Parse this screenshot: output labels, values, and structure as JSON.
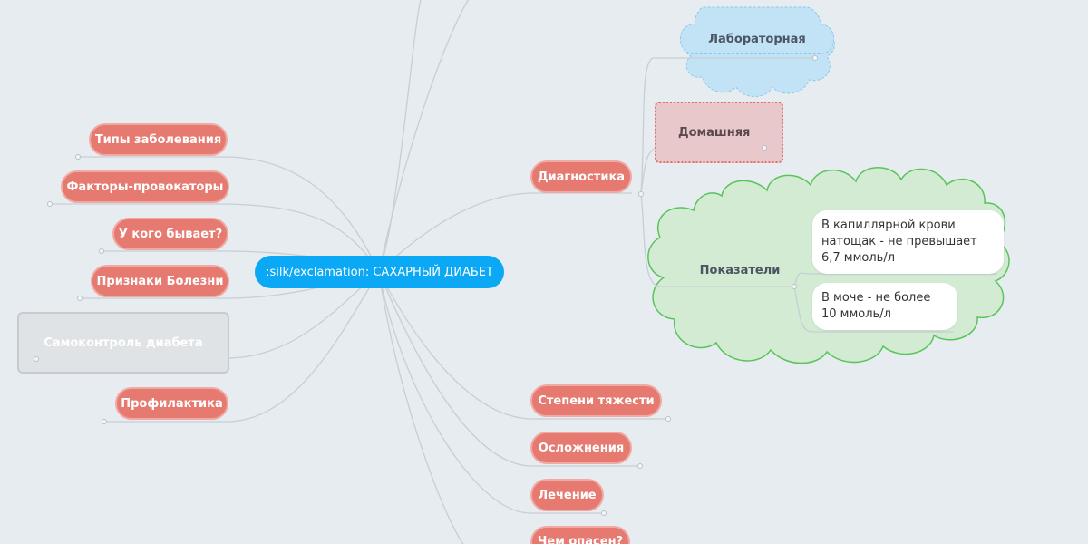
{
  "root": {
    "label": ":silk/exclamation: САХАРНЫЙ ДИАБЕТ"
  },
  "left_branches": [
    {
      "label": "Типы заболевания"
    },
    {
      "label": "Факторы-провокаторы"
    },
    {
      "label": "У кого бывает?"
    },
    {
      "label": "Признаки Болезни"
    },
    {
      "label": "Самоконтроль диабета"
    },
    {
      "label": "Профилактика"
    }
  ],
  "right_branches": [
    {
      "label": "Диагностика"
    },
    {
      "label": "Степени тяжести"
    },
    {
      "label": "Осложнения"
    },
    {
      "label": "Лечение"
    },
    {
      "label": "Чем опасен?"
    }
  ],
  "diagnostics_children": [
    {
      "label": "Лабораторная",
      "style": "cloud-blue"
    },
    {
      "label": "Домашняя",
      "style": "dotted-pink"
    },
    {
      "label": "Показатели",
      "style": "cloud-green"
    }
  ],
  "indicators": [
    {
      "text": "В капиллярной крови натощак - не превышает 6,7 ммоль/л"
    },
    {
      "text": "В моче - не более 10 ммоль/л"
    }
  ],
  "colors": {
    "background": "#e6ecf0",
    "branch_red": "#e67a71",
    "root_blue": "#0aa8f5",
    "cloud_blue": "#c2e3f5",
    "cloud_green": "#d3ebd3",
    "connector": "#c6cfd6"
  }
}
